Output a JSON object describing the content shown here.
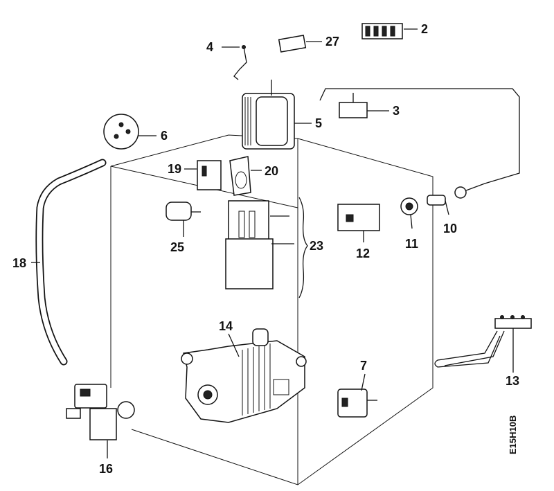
{
  "figure_code": "E15H10B",
  "parts": [
    {
      "number": "2"
    },
    {
      "number": "27"
    },
    {
      "number": "4"
    },
    {
      "number": "5"
    },
    {
      "number": "3"
    },
    {
      "number": "6"
    },
    {
      "number": "19"
    },
    {
      "number": "20"
    },
    {
      "number": "25"
    },
    {
      "number": "23"
    },
    {
      "number": "12"
    },
    {
      "number": "11"
    },
    {
      "number": "10"
    },
    {
      "number": "18"
    },
    {
      "number": "14"
    },
    {
      "number": "7"
    },
    {
      "number": "13"
    },
    {
      "number": "16"
    }
  ]
}
